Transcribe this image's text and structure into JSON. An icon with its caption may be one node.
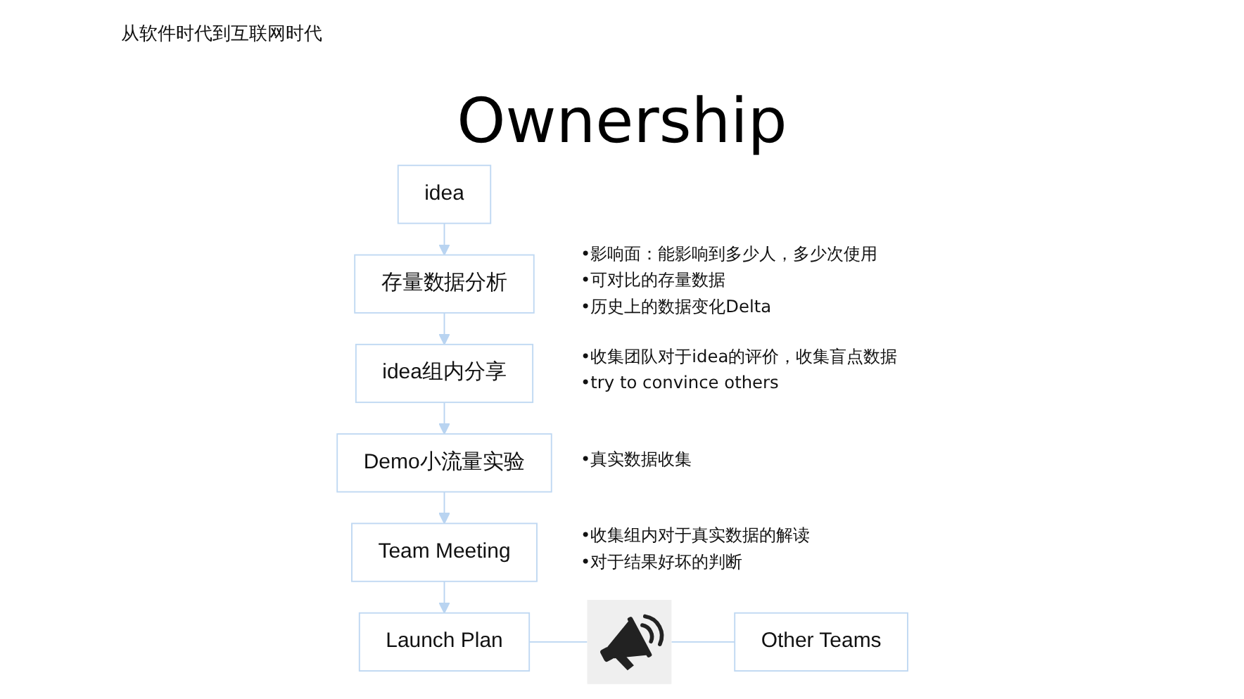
{
  "diagram": {
    "title": "Ownership",
    "nodes": [
      {
        "text": [
          "idea"
        ]
      },
      {
        "text": [
          "存量数据分析"
        ],
        "beside": [
          "•影响面：能影响到多少人，多少次使用",
          "•可对比的存量数据",
          "•历史上的数据变化Delta"
        ]
      },
      {
        "text": [
          "idea组内分享"
        ],
        "beside": [
          "•收集团队对于idea的评价，收集盲点数据",
          "•try to convince others"
        ]
      },
      {
        "text": [
          "Demo小流量实验"
        ],
        "beside": [
          "•真实数据收集"
        ]
      },
      {
        "text": [
          "Team Meeting"
        ],
        "beside": [
          "•收集组内对于真实数据的解读",
          "•对于结果好坏的判断"
        ]
      },
      {
        "text": [
          "Launch Plan"
        ]
      },
      {
        "text": [],
        "shape": "picture"
      },
      {
        "text": [
          "Other Teams"
        ]
      }
    ],
    "edges": [
      {
        "from": 0,
        "to": 1,
        "arrow": "to"
      },
      {
        "from": 1,
        "to": 2,
        "arrow": "to"
      },
      {
        "from": 2,
        "to": 3,
        "arrow": "to"
      },
      {
        "from": 3,
        "to": 4,
        "arrow": "to"
      },
      {
        "from": 4,
        "to": 5,
        "arrow": "to"
      },
      {
        "from": 5,
        "to": 6,
        "arrow": "none"
      },
      {
        "from": 6,
        "to": 7,
        "arrow": "none"
      }
    ],
    "labels": [
      "从软件时代到互联网时代"
    ]
  }
}
